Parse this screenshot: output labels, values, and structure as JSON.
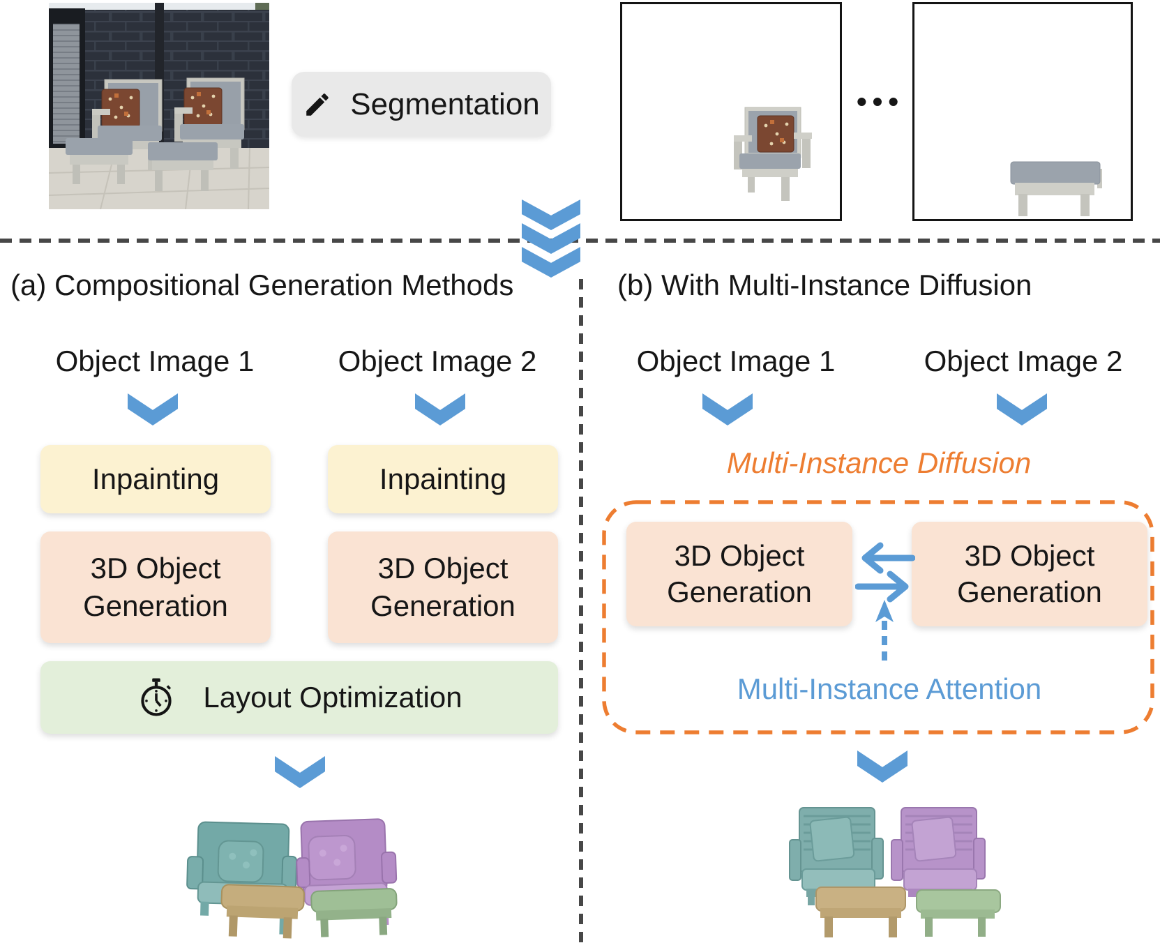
{
  "figure": {
    "segmentation_label": "Segmentation",
    "ellipsis": "•••"
  },
  "colors": {
    "accent_blue": "#5B9BD5",
    "accent_orange": "#ED7D31",
    "inpainting_box": "#FCF2D1",
    "generation_box": "#FAE3D3",
    "layout_box": "#E3EFDA",
    "segmentation_pill": "#E9E9E9",
    "divider_gray": "#474747",
    "result_teal": "#7FAEAC",
    "result_purple": "#B893CA",
    "result_tan": "#C9B183",
    "result_green": "#A3C29A"
  },
  "section_a": {
    "title": "(a) Compositional Generation Methods",
    "object_image_1": "Object Image 1",
    "object_image_2": "Object Image 2",
    "inpainting": "Inpainting",
    "generation_line_1": "3D Object",
    "generation_line_2": "Generation",
    "layout_optimization": "Layout Optimization"
  },
  "section_b": {
    "title": "(b) With Multi-Instance Diffusion",
    "object_image_1": "Object Image 1",
    "object_image_2": "Object Image 2",
    "diffusion_label": "Multi-Instance Diffusion",
    "generation_line_1": "3D Object",
    "generation_line_2": "Generation",
    "attention_label": "Multi-Instance Attention"
  }
}
